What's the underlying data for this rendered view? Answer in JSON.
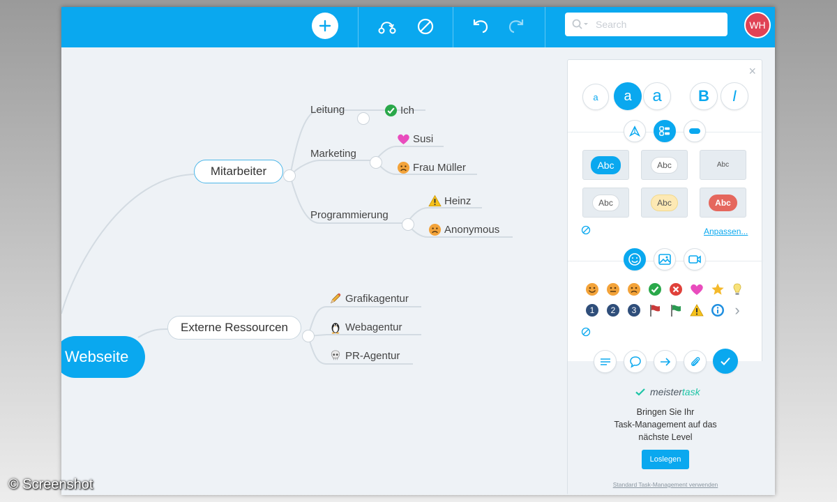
{
  "toolbar": {
    "search_placeholder": "Search",
    "avatar_initials": "WH",
    "accent": "#0aa8ef"
  },
  "mindmap": {
    "root": "Webseite",
    "branch_mitarbeiter": "Mitarbeiter",
    "branch_extern": "Externe Ressourcen",
    "sub_leitung": "Leitung",
    "sub_marketing": "Marketing",
    "sub_programmierung": "Programmierung",
    "leaf_ich": "Ich",
    "leaf_susi": "Susi",
    "leaf_frau_mueller": "Frau Müller",
    "leaf_heinz": "Heinz",
    "leaf_anonymous": "Anonymous",
    "leaf_grafikagentur": "Grafikagentur",
    "leaf_webagentur": "Webagentur",
    "leaf_pr_agentur": "PR-Agentur"
  },
  "panel": {
    "close": "×",
    "font_small": "a",
    "font_medium": "a",
    "font_large": "a",
    "bold": "B",
    "italic": "I",
    "style_label": "Abc",
    "customize_link": "Anpassen...",
    "more_icons": "›",
    "icon_numbers": [
      "1",
      "2",
      "3"
    ],
    "meistertask_prefix": "meister",
    "meistertask_suffix": "task",
    "promo_line1": "Bringen Sie Ihr",
    "promo_line2": "Task-Management auf das",
    "promo_line3": "nächste Level",
    "cta": "Loslegen",
    "standard_link": "Standard Task-Management verwenden"
  },
  "watermark": "© Screenshot"
}
